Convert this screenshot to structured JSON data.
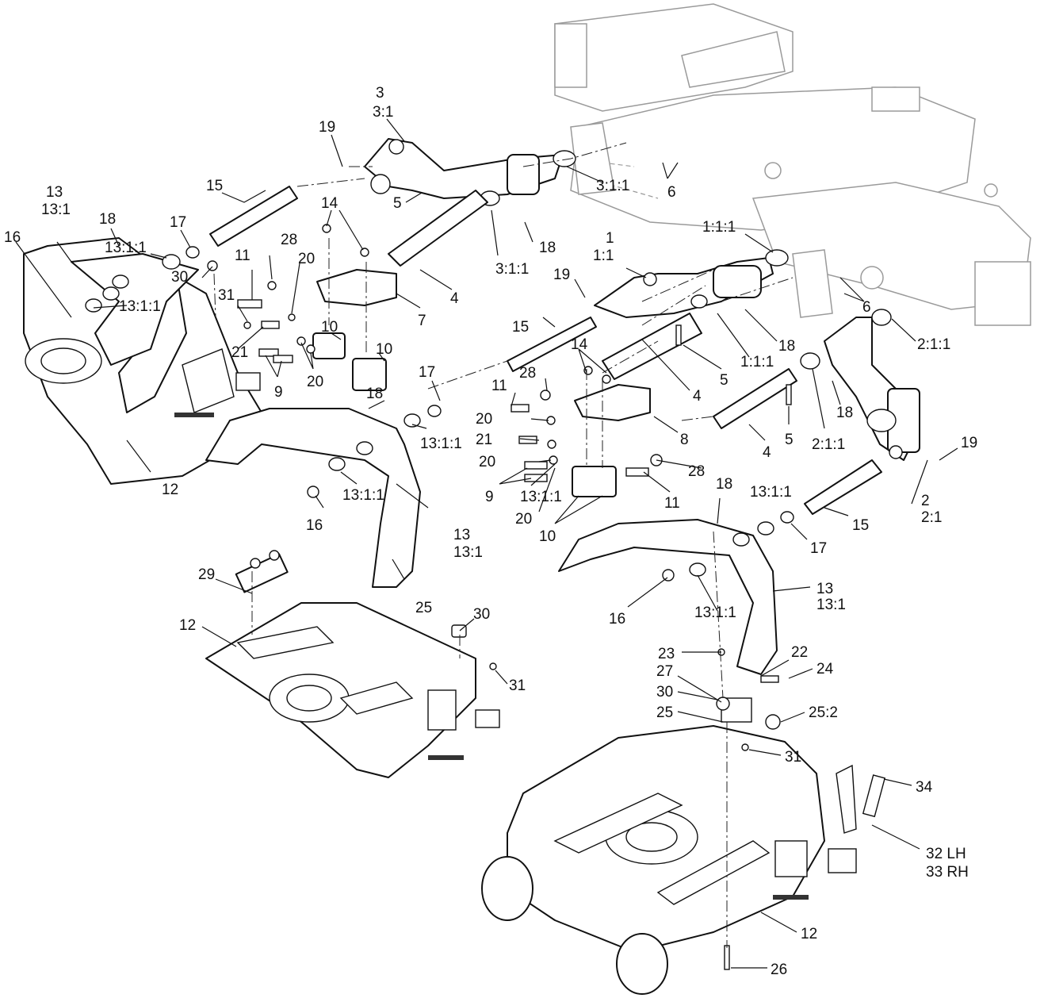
{
  "callouts": [
    {
      "id": "c1",
      "text": "3"
    },
    {
      "id": "c2",
      "text": "3:1"
    },
    {
      "id": "c3",
      "text": "19"
    },
    {
      "id": "c4",
      "text": "13"
    },
    {
      "id": "c5",
      "text": "13:1"
    },
    {
      "id": "c6",
      "text": "15"
    },
    {
      "id": "c7",
      "text": "18"
    },
    {
      "id": "c8",
      "text": "17"
    },
    {
      "id": "c9",
      "text": "13:1:1"
    },
    {
      "id": "c10",
      "text": "16"
    },
    {
      "id": "c11",
      "text": "14"
    },
    {
      "id": "c12",
      "text": "5"
    },
    {
      "id": "c13",
      "text": "3:1:1"
    },
    {
      "id": "c14",
      "text": "6"
    },
    {
      "id": "c15",
      "text": "28"
    },
    {
      "id": "c16",
      "text": "11"
    },
    {
      "id": "c17",
      "text": "20"
    },
    {
      "id": "c18",
      "text": "30"
    },
    {
      "id": "c19",
      "text": "31"
    },
    {
      "id": "c20",
      "text": "13:1:1"
    },
    {
      "id": "c21",
      "text": "21"
    },
    {
      "id": "c22",
      "text": "9"
    },
    {
      "id": "c23",
      "text": "20"
    },
    {
      "id": "c24",
      "text": "10"
    },
    {
      "id": "c25",
      "text": "10"
    },
    {
      "id": "c26",
      "text": "7"
    },
    {
      "id": "c27",
      "text": "4"
    },
    {
      "id": "c28",
      "text": "3:1:1"
    },
    {
      "id": "c29",
      "text": "18"
    },
    {
      "id": "c30",
      "text": "1"
    },
    {
      "id": "c31",
      "text": "1:1"
    },
    {
      "id": "c32",
      "text": "1:1:1"
    },
    {
      "id": "c33",
      "text": "19"
    },
    {
      "id": "c34",
      "text": "6"
    },
    {
      "id": "c35",
      "text": "18"
    },
    {
      "id": "c36",
      "text": "2:1:1"
    },
    {
      "id": "c37",
      "text": "1:1:1"
    },
    {
      "id": "c38",
      "text": "15"
    },
    {
      "id": "c39",
      "text": "14"
    },
    {
      "id": "c40",
      "text": "5"
    },
    {
      "id": "c41",
      "text": "4"
    },
    {
      "id": "c42",
      "text": "18"
    },
    {
      "id": "c43",
      "text": "2:1:1"
    },
    {
      "id": "c44",
      "text": "17"
    },
    {
      "id": "c45",
      "text": "28"
    },
    {
      "id": "c46",
      "text": "18"
    },
    {
      "id": "c47",
      "text": "11"
    },
    {
      "id": "c48",
      "text": "13:1:1"
    },
    {
      "id": "c49",
      "text": "20"
    },
    {
      "id": "c50",
      "text": "8"
    },
    {
      "id": "c51",
      "text": "5"
    },
    {
      "id": "c52",
      "text": "21"
    },
    {
      "id": "c53",
      "text": "20"
    },
    {
      "id": "c54",
      "text": "4"
    },
    {
      "id": "c55",
      "text": "19"
    },
    {
      "id": "c56",
      "text": "12"
    },
    {
      "id": "c57",
      "text": "13:1:1"
    },
    {
      "id": "c58",
      "text": "9"
    },
    {
      "id": "c59",
      "text": "13:1:1"
    },
    {
      "id": "c60",
      "text": "28"
    },
    {
      "id": "c61",
      "text": "20"
    },
    {
      "id": "c62",
      "text": "11"
    },
    {
      "id": "c63",
      "text": "16"
    },
    {
      "id": "c64",
      "text": "10"
    },
    {
      "id": "c65",
      "text": "18"
    },
    {
      "id": "c66",
      "text": "13:1:1"
    },
    {
      "id": "c67",
      "text": "2"
    },
    {
      "id": "c68",
      "text": "2:1"
    },
    {
      "id": "c69",
      "text": "15"
    },
    {
      "id": "c70",
      "text": "13"
    },
    {
      "id": "c71",
      "text": "13:1"
    },
    {
      "id": "c72",
      "text": "17"
    },
    {
      "id": "c73",
      "text": "29"
    },
    {
      "id": "c74",
      "text": "25"
    },
    {
      "id": "c75",
      "text": "30"
    },
    {
      "id": "c76",
      "text": "12"
    },
    {
      "id": "c77",
      "text": "16"
    },
    {
      "id": "c78",
      "text": "13:1:1"
    },
    {
      "id": "c79",
      "text": "13"
    },
    {
      "id": "c80",
      "text": "13:1"
    },
    {
      "id": "c81",
      "text": "31"
    },
    {
      "id": "c82",
      "text": "23"
    },
    {
      "id": "c83",
      "text": "22"
    },
    {
      "id": "c84",
      "text": "27"
    },
    {
      "id": "c85",
      "text": "24"
    },
    {
      "id": "c86",
      "text": "30"
    },
    {
      "id": "c87",
      "text": "25"
    },
    {
      "id": "c88",
      "text": "25:2"
    },
    {
      "id": "c89",
      "text": "31"
    },
    {
      "id": "c90",
      "text": "34"
    },
    {
      "id": "c91",
      "text": "32 LH"
    },
    {
      "id": "c92",
      "text": "33 RH"
    },
    {
      "id": "c93",
      "text": "12"
    },
    {
      "id": "c94",
      "text": "26"
    }
  ]
}
